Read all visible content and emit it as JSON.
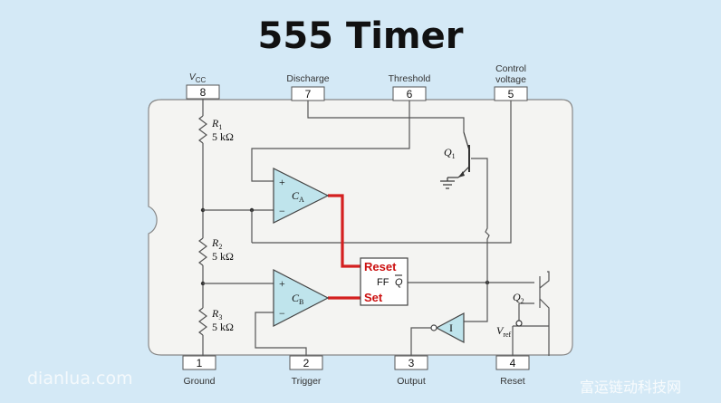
{
  "title": "555 Timer",
  "pins": [
    {
      "number": "8",
      "label_main": "V",
      "label_sub": "CC"
    },
    {
      "number": "7",
      "label": "Discharge"
    },
    {
      "number": "6",
      "label": "Threshold"
    },
    {
      "number": "5",
      "label_line1": "Control",
      "label_line2": "voltage"
    },
    {
      "number": "1",
      "label": "Ground"
    },
    {
      "number": "2",
      "label": "Trigger"
    },
    {
      "number": "3",
      "label": "Output"
    },
    {
      "number": "4",
      "label": "Reset"
    }
  ],
  "resistors": [
    {
      "name": "R",
      "sub": "1",
      "value": "5 kΩ"
    },
    {
      "name": "R",
      "sub": "2",
      "value": "5 kΩ"
    },
    {
      "name": "R",
      "sub": "3",
      "value": "5 kΩ"
    }
  ],
  "comparators": [
    {
      "name": "C",
      "sub": "A",
      "plus": "+",
      "minus": "−"
    },
    {
      "name": "C",
      "sub": "B",
      "plus": "+",
      "minus": "−"
    }
  ],
  "flipflop": {
    "reset_label": "Reset",
    "set_label": "Set",
    "ff_label": "FF",
    "q_label": "Q"
  },
  "transistors": [
    {
      "name": "Q",
      "sub": "1"
    },
    {
      "name": "Q",
      "sub": "2"
    }
  ],
  "inverter": {
    "label": "I"
  },
  "vref": {
    "main": "V",
    "sub": "ref"
  },
  "watermarks": {
    "left": "dianlua.com",
    "right": "富运链动科技网"
  },
  "colors": {
    "background": "#d4e9f6",
    "chip_body": "#f4f4f2",
    "highlight": "#d42020"
  }
}
